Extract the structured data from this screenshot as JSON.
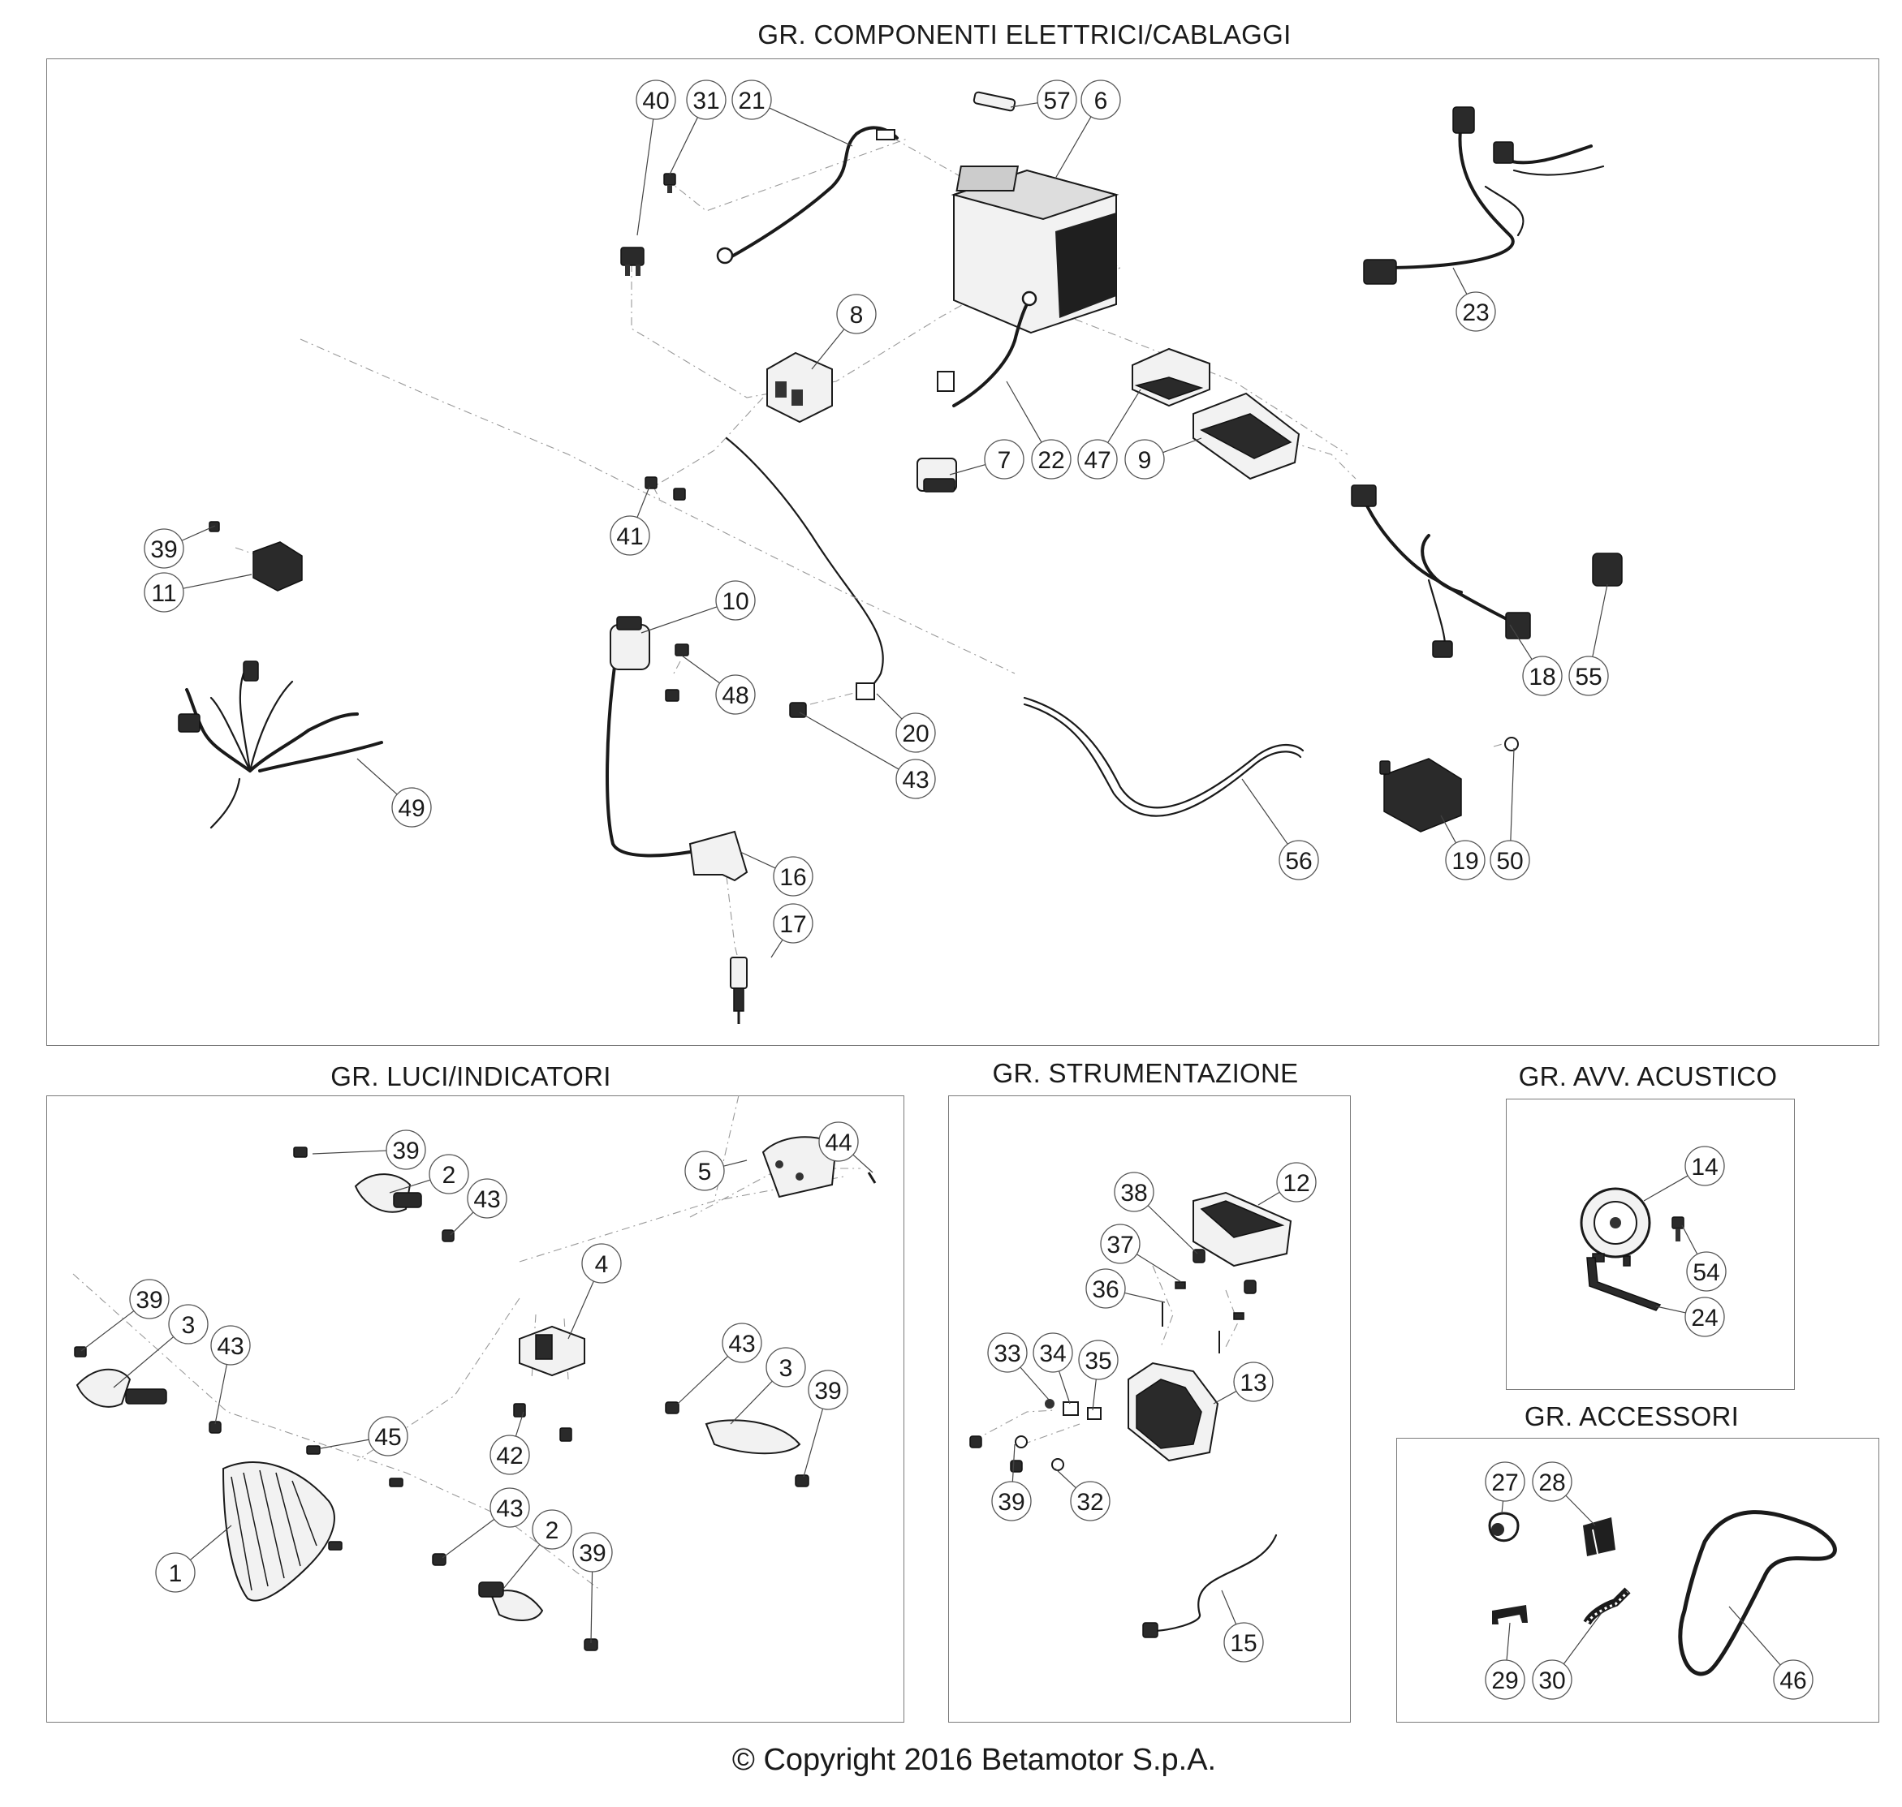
{
  "sections": {
    "electrical": "GR. COMPONENTI ELETTRICI/CABLAGGI",
    "lights": "GR. LUCI/INDICATORI",
    "instruments": "GR. STRUMENTAZIONE",
    "horn": "GR. AVV. ACUSTICO",
    "accessories": "GR. ACCESSORI"
  },
  "copyright": "© Copyright 2016 Betamotor S.p.A.",
  "callouts": {
    "electrical": [
      "40",
      "31",
      "21",
      "57",
      "6",
      "23",
      "8",
      "7",
      "22",
      "47",
      "9",
      "41",
      "39",
      "11",
      "10",
      "48",
      "20",
      "43",
      "18",
      "55",
      "49",
      "16",
      "17",
      "56",
      "19",
      "50"
    ],
    "lights": [
      "39",
      "2",
      "43",
      "44",
      "5",
      "4",
      "39",
      "3",
      "43",
      "43",
      "3",
      "39",
      "45",
      "42",
      "1",
      "43",
      "2",
      "39"
    ],
    "instruments": [
      "38",
      "12",
      "37",
      "36",
      "33",
      "34",
      "35",
      "13",
      "39",
      "32",
      "15"
    ],
    "horn": [
      "14",
      "54",
      "24"
    ],
    "accessories": [
      "27",
      "28",
      "29",
      "30",
      "46"
    ]
  }
}
